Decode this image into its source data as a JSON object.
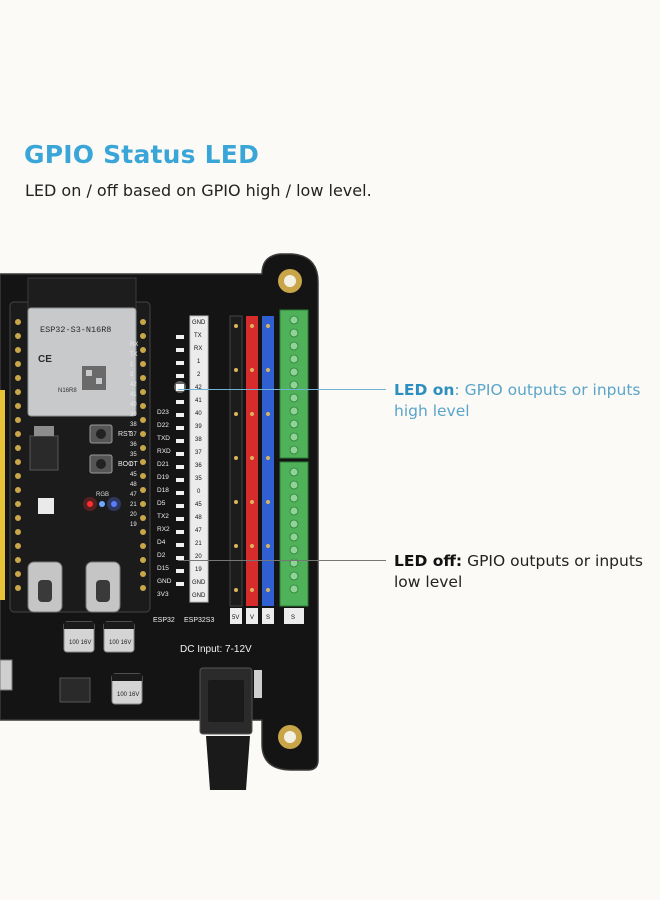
{
  "header": {
    "title": "GPIO Status LED",
    "subtitle": "LED on / off based on GPIO high / low level."
  },
  "callouts": {
    "led_on": {
      "lead": "LED on",
      "rest": ": GPIO outputs or inputs high level"
    },
    "led_off": {
      "lead": "LED off:",
      "rest": " GPIO outputs or inputs low level"
    }
  },
  "board": {
    "module_label": "ESP32-S3-N16R8",
    "module_sub": "N16R8",
    "ce_mark": "CE",
    "button_rst": "RST",
    "button_boot": "BOOT",
    "rgb_label": "RGB",
    "dc_label": "DC Input: 7-12V",
    "col_label_esp32": "ESP32",
    "col_label_esp32s3": "ESP32S3",
    "cap_label": "100 16V",
    "cap_label2": "100 16V",
    "cap_label3": "100 16V",
    "pins_esp32": [
      "",
      "",
      "",
      "",
      "",
      "D23",
      "D22",
      "TXD",
      "RXD",
      "D21",
      "D19",
      "D18",
      "D5",
      "TX2",
      "RX2",
      "D4",
      "D2",
      "D15",
      "GND",
      "3V3"
    ],
    "pins_esp32s3": [
      "GND",
      "TX",
      "RX",
      "1",
      "2",
      "42",
      "41",
      "40",
      "39",
      "38",
      "37",
      "36",
      "35",
      "0",
      "45",
      "48",
      "47",
      "21",
      "20",
      "19",
      "GND",
      "GND"
    ],
    "header_pin_labels": [
      "RX",
      "TX",
      "1",
      "2",
      "42",
      "41",
      "40",
      "39",
      "38",
      "37",
      "36",
      "35",
      "0",
      "45",
      "48",
      "47",
      "21",
      "20",
      "19"
    ],
    "col_tags": [
      "5V",
      "V",
      "S",
      "S"
    ]
  },
  "colors": {
    "accent": "#3aa6d8",
    "pcb": "#121212",
    "red_header": "#d62c2c",
    "blue_header": "#2f5fd0",
    "green_terminal": "#4fb25a"
  }
}
